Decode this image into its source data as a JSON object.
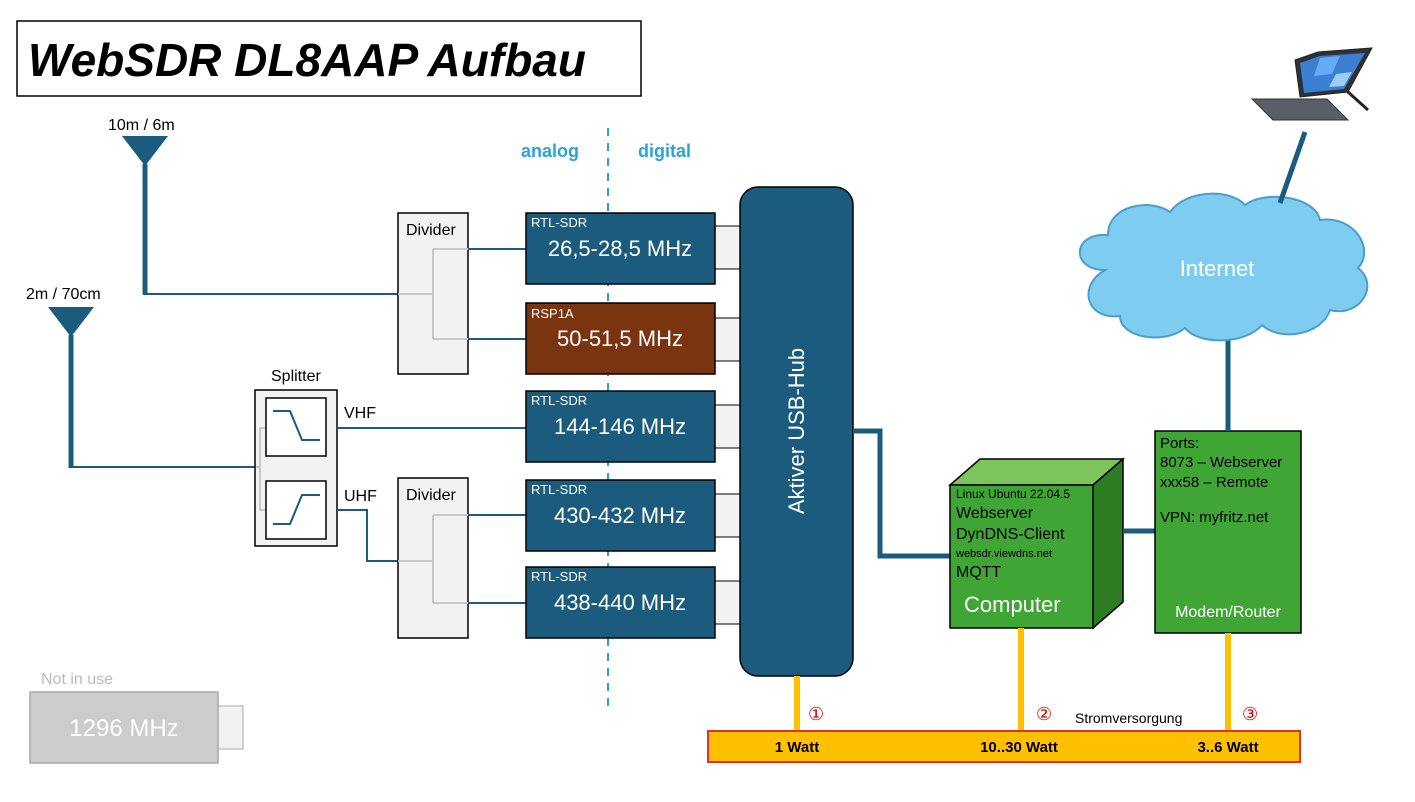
{
  "title": "WebSDR DL8AAP Aufbau",
  "antennas": {
    "hf_label": "10m / 6m",
    "vu_label": "2m / 70cm"
  },
  "domains": {
    "analog": "analog",
    "digital": "digital"
  },
  "splitter": {
    "label": "Splitter",
    "vhf": "VHF",
    "uhf": "UHF"
  },
  "dividers": [
    {
      "label": "Divider"
    },
    {
      "label": "Divider"
    }
  ],
  "receivers": [
    {
      "type": "RTL-SDR",
      "freq": "26,5-28,5 MHz",
      "color": "#1b5c7e"
    },
    {
      "type": "RSP1A",
      "freq": "50-51,5 MHz",
      "color": "#7b3410"
    },
    {
      "type": "RTL-SDR",
      "freq": "144-146 MHz",
      "color": "#1b5c7e"
    },
    {
      "type": "RTL-SDR",
      "freq": "430-432 MHz",
      "color": "#1b5c7e"
    },
    {
      "type": "RTL-SDR",
      "freq": "438-440 MHz",
      "color": "#1b5c7e"
    }
  ],
  "hub": {
    "label": "Aktiver USB-Hub"
  },
  "computer": {
    "os": "Linux Ubuntu 22.04.5",
    "line1": "Webserver",
    "line2": "DynDNS-Client",
    "line3": "websdr.viewdns.net",
    "line4": "MQTT",
    "name": "Computer"
  },
  "router": {
    "ports_title": "Ports:",
    "port1": "8073 – Webserver",
    "port2": "xxx58 – Remote",
    "vpn": "VPN: myfritz.net",
    "name": "Modem/Router"
  },
  "internet": {
    "label": "Internet"
  },
  "power": {
    "label": "Stromversorgung",
    "markers": [
      "①",
      "②",
      "③"
    ],
    "hub_watt": "1 Watt",
    "pc_watt": "10..30 Watt",
    "router_watt": "3..6 Watt"
  },
  "unused": {
    "label": "Not in use",
    "freq": "1296 MHz"
  },
  "colors": {
    "cable_blue": "#1b5c7e",
    "hub_blue": "#1b5c7e",
    "green": "#3fa535",
    "power_yellow": "#ffc000",
    "power_border": "#e03030",
    "rsp_brown": "#7b3410",
    "cloud_blue": "#7ecdf0"
  }
}
